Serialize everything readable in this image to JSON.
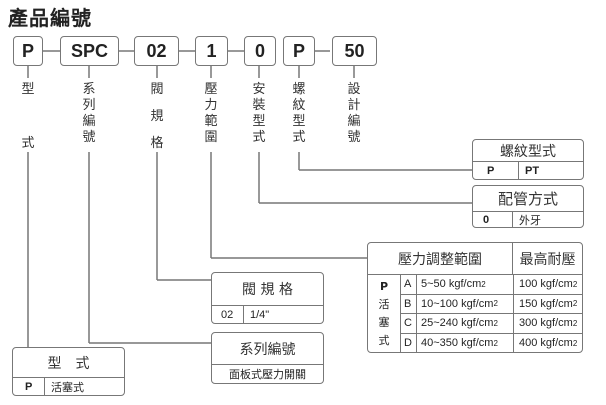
{
  "title": "產品編號",
  "codes": [
    {
      "id": "type",
      "code": "P",
      "label": [
        "型",
        "式"
      ]
    },
    {
      "id": "series",
      "code": "SPC",
      "label": [
        "系",
        "列",
        "編",
        "號"
      ]
    },
    {
      "id": "valve-size",
      "code": "02",
      "label": [
        "閥",
        "規",
        "格"
      ]
    },
    {
      "id": "pressure-range",
      "code": "1",
      "label": [
        "壓",
        "力",
        "範",
        "圍"
      ]
    },
    {
      "id": "mounting-type",
      "code": "0",
      "label": [
        "安",
        "裝",
        "型",
        "式"
      ]
    },
    {
      "id": "thread-type",
      "code": "P",
      "label": [
        "螺",
        "紋",
        "型",
        "式"
      ]
    },
    {
      "id": "design-number",
      "code": "50",
      "label": [
        "設",
        "計",
        "編",
        "號"
      ]
    }
  ],
  "tables": {
    "thread_type": {
      "header": "螺紋型式",
      "rows": [
        [
          "P",
          "PT"
        ]
      ]
    },
    "piping": {
      "header": "配管方式",
      "rows": [
        [
          "0",
          "外牙"
        ]
      ]
    },
    "pressure": {
      "header_range": "壓力調整範圍",
      "header_max": "最高耐壓",
      "group_label": [
        "P",
        "活",
        "塞",
        "式"
      ],
      "unit": "kgf/cm",
      "unit_sup": "2",
      "rows": [
        {
          "code": "A",
          "range": "5~50 kgf/cm",
          "max": "100 kgf/cm"
        },
        {
          "code": "B",
          "range": "10~100 kgf/cm",
          "max": "150 kgf/cm"
        },
        {
          "code": "C",
          "range": "25~240 kgf/cm",
          "max": "300 kgf/cm"
        },
        {
          "code": "D",
          "range": "40~350 kgf/cm",
          "max": "400 kgf/cm"
        }
      ]
    },
    "valve_size": {
      "header": "閥 規 格",
      "rows": [
        [
          "02",
          "1/4\""
        ]
      ]
    },
    "series": {
      "header": "系列編號",
      "value": "面板式壓力開關"
    },
    "type": {
      "header": "型　式",
      "rows": [
        [
          "P",
          "活塞式"
        ]
      ]
    }
  }
}
